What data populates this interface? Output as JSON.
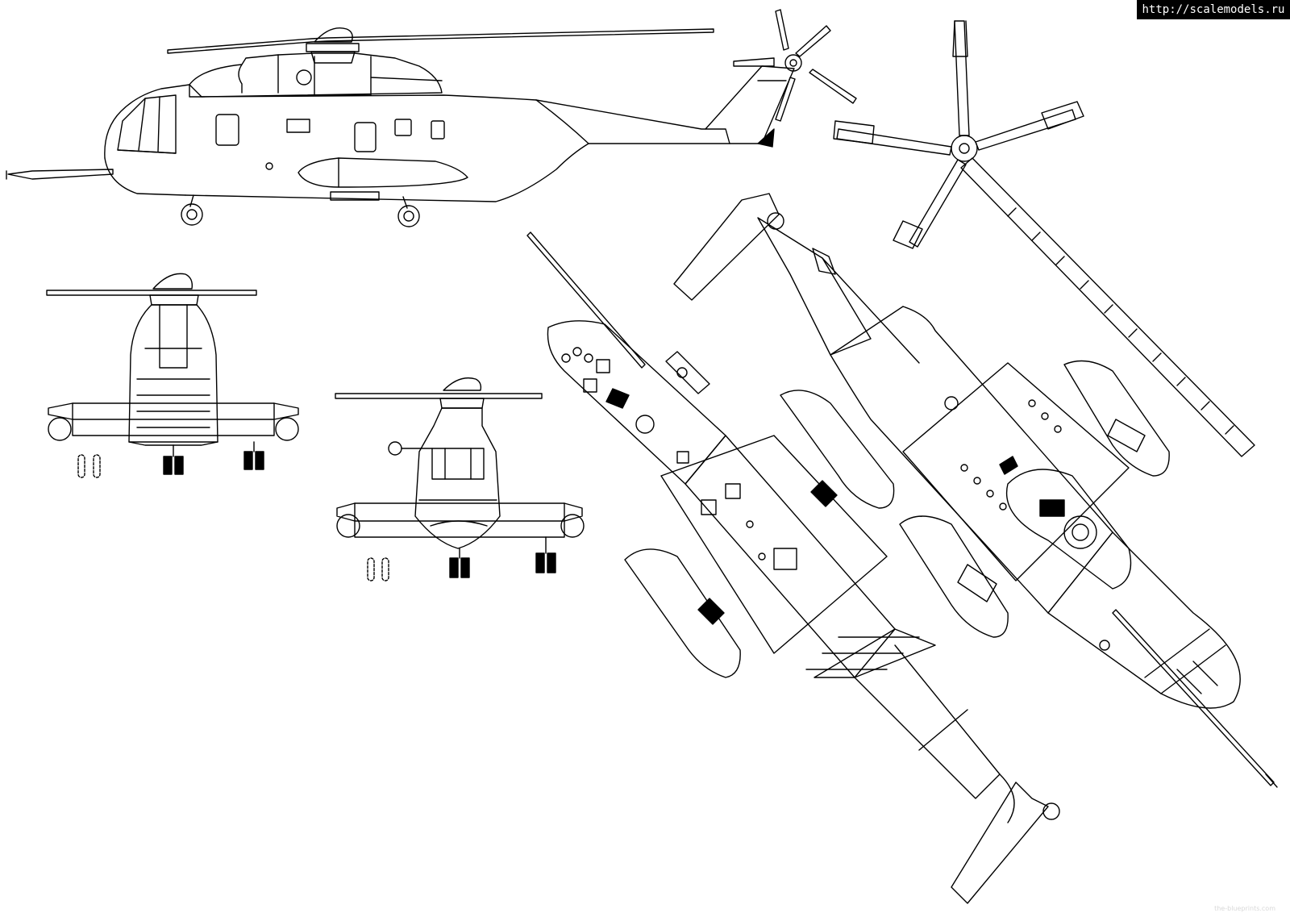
{
  "source_badge": {
    "url": "http://scalemodels.ru"
  },
  "watermark": {
    "text": "the-blueprints.com"
  },
  "views": {
    "side": "side-view",
    "front": "front-view",
    "rear": "rear-view",
    "top": "top-view",
    "bottom": "bottom-view",
    "rotor": "rotor-hub-view"
  },
  "colors": {
    "line": "#000000",
    "background": "#ffffff",
    "badge_bg": "#000000",
    "badge_text": "#ffffff"
  }
}
